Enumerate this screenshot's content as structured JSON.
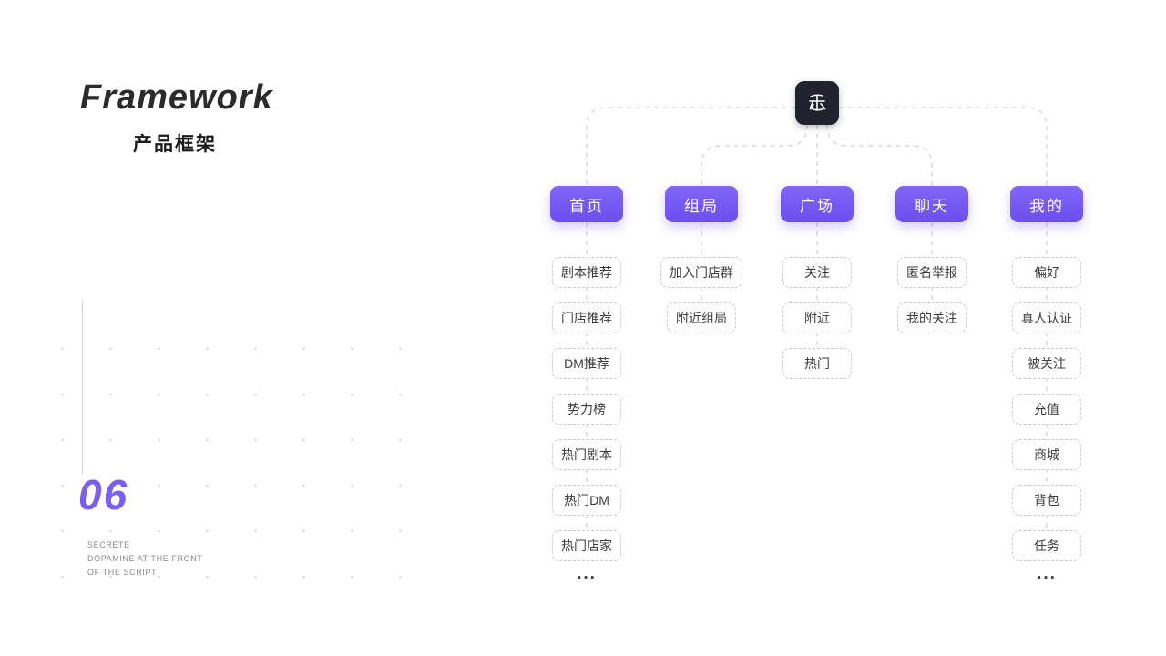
{
  "page": {
    "title": "Framework",
    "subtitle": "产品框架",
    "page_number": "06",
    "caption_lines": [
      "SECRETE",
      "DOPAMINE AT THE FRONT",
      "OF THE SCRIPT"
    ]
  },
  "colors": {
    "accent": "#7b5ff2",
    "tab_purple": "#7258f2",
    "connector": "#d8d8d8",
    "logo_bg": "#20222e"
  },
  "framework": {
    "columns": [
      {
        "label": "首页",
        "items": [
          "剧本推荐",
          "门店推荐",
          "DM推荐",
          "势力榜",
          "热门剧本",
          "热门DM",
          "热门店家"
        ],
        "more": "..."
      },
      {
        "label": "组局",
        "items": [
          "加入门店群",
          "附近组局"
        ]
      },
      {
        "label": "广场",
        "items": [
          "关注",
          "附近",
          "热门"
        ]
      },
      {
        "label": "聊天",
        "items": [
          "匿名举报",
          "我的关注"
        ]
      },
      {
        "label": "我的",
        "items": [
          "偏好",
          "真人认证",
          "被关注",
          "充值",
          "商城",
          "背包",
          "任务"
        ],
        "more": "..."
      }
    ]
  }
}
